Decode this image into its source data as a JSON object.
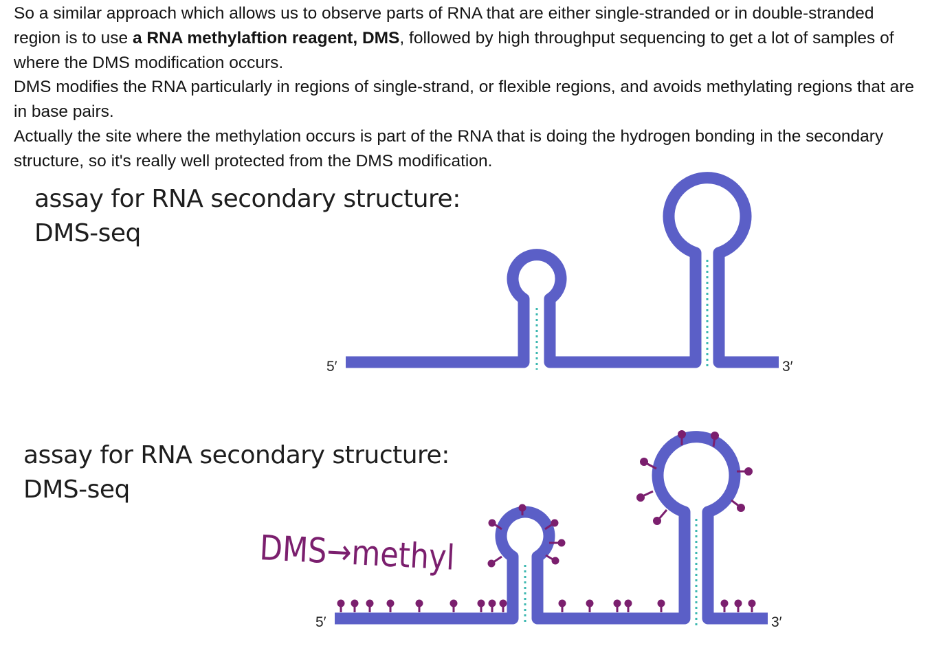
{
  "paragraphs": [
    {
      "before": "So a similar approach which allows us to observe parts of RNA that are either single-stranded or in double-stranded region is to use ",
      "bold": "a RNA methylaftion reagent, DMS",
      "after": ", followed by high throughput sequencing to get a lot of samples of where the DMS modification occurs."
    },
    {
      "text": "DMS modifies the RNA particularly in regions of single-strand, or flexible regions, and avoids methylating regions that are in base pairs."
    },
    {
      "text": "Actually the site where the methylation occurs is part of the RNA that is doing the hydrogen bonding in the secondary structure, so it's really well protected from the DMS modification."
    }
  ],
  "figure_top": {
    "title_line1": "assay for RNA secondary structure:",
    "title_line2": "DMS-seq",
    "five_prime_label": "5′",
    "three_prime_label": "3′"
  },
  "figure_bottom": {
    "title_line1": "assay for RNA secondary structure:",
    "title_line2": "DMS-seq",
    "annotation": "DMS→methyl",
    "five_prime_label": "5′",
    "three_prime_label": "3′"
  },
  "colors": {
    "rna_strand": "#5b5fc7",
    "base_pair_dots": "#3cb8b0",
    "methyl_mark": "#7b1f6e",
    "annotation_text": "#7b1f6e"
  }
}
